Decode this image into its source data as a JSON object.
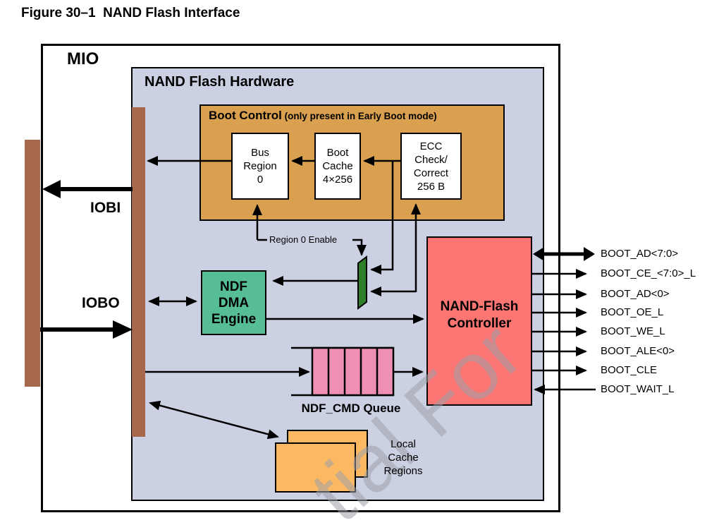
{
  "figure_title": "Figure 30–1  NAND Flash Interface",
  "outer_block": {
    "label": "MIO"
  },
  "hardware_block": {
    "label": "NAND Flash Hardware"
  },
  "boot_control": {
    "title": "Boot Control",
    "subtitle": " (only present in Early Boot mode)",
    "blocks": {
      "bus_region": "Bus\nRegion\n0",
      "boot_cache": "Boot\nCache\n4×256",
      "ecc": "ECC\nCheck/\nCorrect\n256 B"
    }
  },
  "region0_enable_label": "Region 0 Enable",
  "io_buses": {
    "in_label": "IOBI",
    "out_label": "IOBO"
  },
  "dma_engine": {
    "label": "NDF\nDMA\nEngine"
  },
  "controller": {
    "label": "NAND-Flash\nController"
  },
  "cmd_queue": {
    "label": "NDF_CMD Queue",
    "slots": 5
  },
  "local_cache": {
    "label": "Local\nCache\nRegions"
  },
  "signals": [
    {
      "label": "BOOT_AD<7:0>",
      "direction": "bidirectional"
    },
    {
      "label": "BOOT_CE_<7:0>_L",
      "direction": "out"
    },
    {
      "label": "BOOT_AD<0>",
      "direction": "out"
    },
    {
      "label": "BOOT_OE_L",
      "direction": "out"
    },
    {
      "label": "BOOT_WE_L",
      "direction": "out"
    },
    {
      "label": "BOOT_ALE<0>",
      "direction": "out"
    },
    {
      "label": "BOOT_CLE",
      "direction": "out"
    },
    {
      "label": "BOOT_WAIT_L",
      "direction": "in"
    }
  ],
  "watermark_text": "tial For",
  "colors": {
    "hardware_bg": "#CBD0E2",
    "boot_control_bg": "#D9A050",
    "io_bar": "#A5684C",
    "mux_green": "#2F7E2B",
    "dma_teal": "#56BD96",
    "controller_red": "#FB7573",
    "queue_pink": "#EE8FB5",
    "cache_orange": "#FDB961",
    "watermark_gray": "#9DA1A9"
  }
}
